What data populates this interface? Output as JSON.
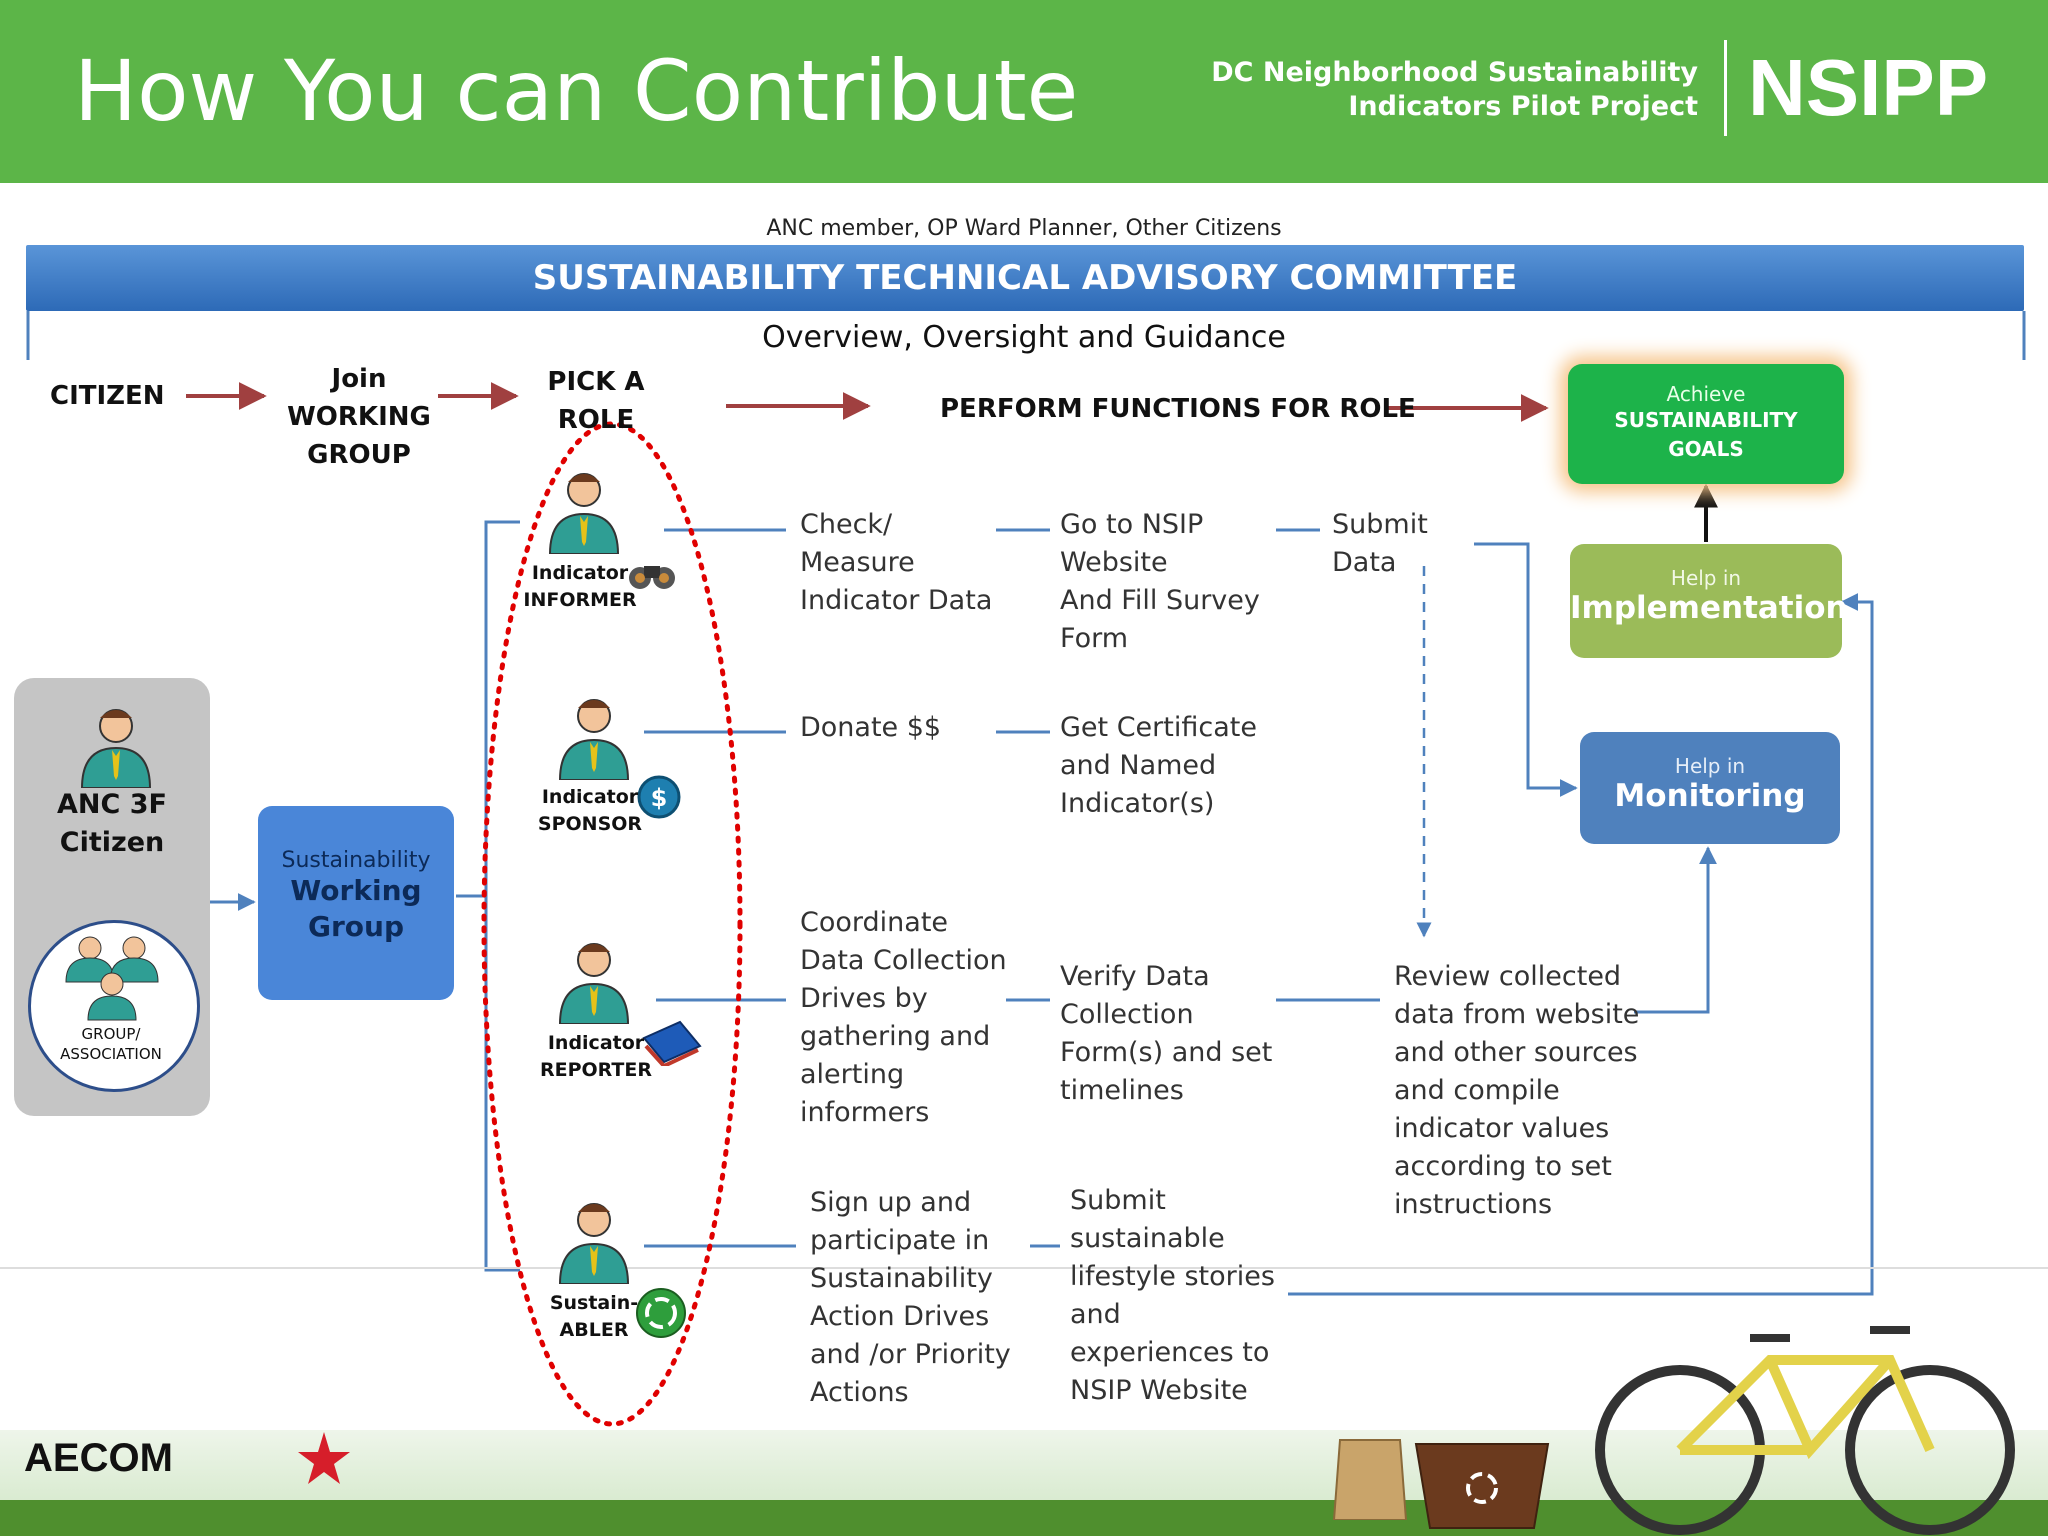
{
  "header": {
    "title": "How You can Contribute",
    "org_line1": "DC Neighborhood Sustainability",
    "org_line2": "Indicators Pilot Project",
    "brand": "NSIPP"
  },
  "committee": {
    "members": "ANC member, OP Ward Planner, Other Citizens",
    "title": "SUSTAINABILITY TECHNICAL ADVISORY COMMITTEE",
    "subtitle": "Overview, Oversight and Guidance"
  },
  "flow": {
    "citizen": "CITIZEN",
    "join": "Join\nWORKING\nGROUP",
    "pick_role": "PICK A\nROLE",
    "perform": "PERFORM FUNCTIONS FOR ROLE"
  },
  "left_panel": {
    "citizen_label": "ANC 3F\nCitizen",
    "group_label": "GROUP/\nASSOCIATION"
  },
  "working_group": {
    "line1": "Sustainability",
    "line2": "Working\nGroup"
  },
  "roles": [
    {
      "line1": "Indicator",
      "line2": "INFORMER",
      "steps": [
        "Check/\nMeasure\nIndicator Data",
        "Go to NSIP\nWebsite\nAnd Fill Survey\nForm",
        "Submit\nData"
      ]
    },
    {
      "line1": "Indicator",
      "line2": "SPONSOR",
      "steps": [
        "Donate $$",
        "Get Certificate\nand Named\nIndicator(s)"
      ]
    },
    {
      "line1": "Indicator",
      "line2": "REPORTER",
      "steps": [
        "Coordinate\nData Collection\nDrives by\ngathering and\nalerting\ninformers",
        "Verify Data\nCollection\nForm(s) and set\ntimelines",
        "Review collected\ndata from website\nand other sources\nand compile\nindicator values\naccording to set\ninstructions"
      ]
    },
    {
      "line1": "Sustain-",
      "line2": "ABLER",
      "steps": [
        "Sign up and\nparticipate in\nSustainability\nAction Drives\nand /or Priority\nActions",
        "Submit\nsustainable\nlifestyle stories\nand\nexperiences to\nNSIP Website"
      ]
    }
  ],
  "outcomes": {
    "goals_line1": "Achieve",
    "goals_line2": "SUSTAINABILITY\nGOALS",
    "impl_line1": "Help in",
    "impl_line2": "Implementation",
    "mon_line1": "Help in",
    "mon_line2": "Monitoring"
  },
  "footer": {
    "logo": "AECOM"
  },
  "colors": {
    "header_green": "#5cb548",
    "committee_blue": "#2d6ab7",
    "goals_green": "#1db34a",
    "impl_green": "#9bbb59",
    "monitor_blue": "#4f81bd",
    "arrow_red": "#a04040",
    "connector_blue": "#4f81bd",
    "highlight_red": "#e00000"
  }
}
